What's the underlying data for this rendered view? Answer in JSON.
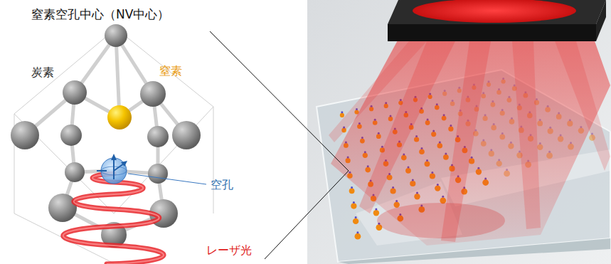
{
  "diagram": {
    "title": "窒素空孔中心（NV中心）",
    "labels": [
      "炭素",
      "窒素",
      "空孔",
      "レーザ光"
    ]
  }
}
